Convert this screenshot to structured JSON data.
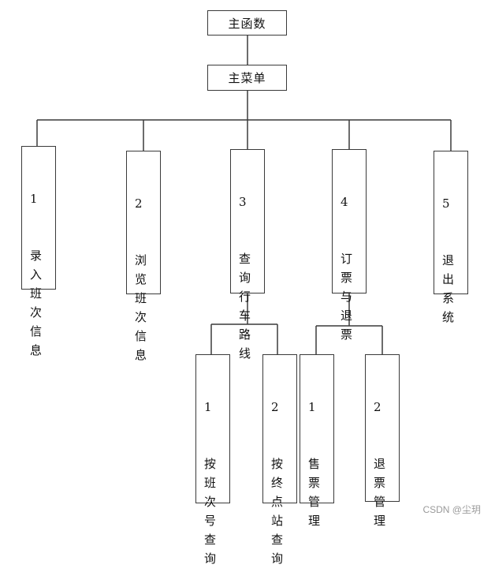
{
  "top": {
    "title": "主函数"
  },
  "menu": {
    "title": "主菜单"
  },
  "level1": [
    {
      "num": "1",
      "label": "录\n入\n班\n次\n信\n息"
    },
    {
      "num": "2",
      "label": "浏\n览\n班\n次\n信\n息"
    },
    {
      "num": "3",
      "label": "查\n询\n行\n车\n路\n线"
    },
    {
      "num": "4",
      "label": "订\n票\n与\n退\n票"
    },
    {
      "num": "5",
      "label": "退\n出\n系\n统"
    }
  ],
  "query_children": [
    {
      "num": "1",
      "label": "按\n班\n次\n号\n查\n询"
    },
    {
      "num": "2",
      "label": "按\n终\n点\n站\n查\n询"
    }
  ],
  "ticket_children": [
    {
      "num": "1",
      "label": "售\n票\n管\n理"
    },
    {
      "num": "2",
      "label": "退\n票\n管\n理"
    }
  ],
  "watermark": "CSDN @尘玥"
}
